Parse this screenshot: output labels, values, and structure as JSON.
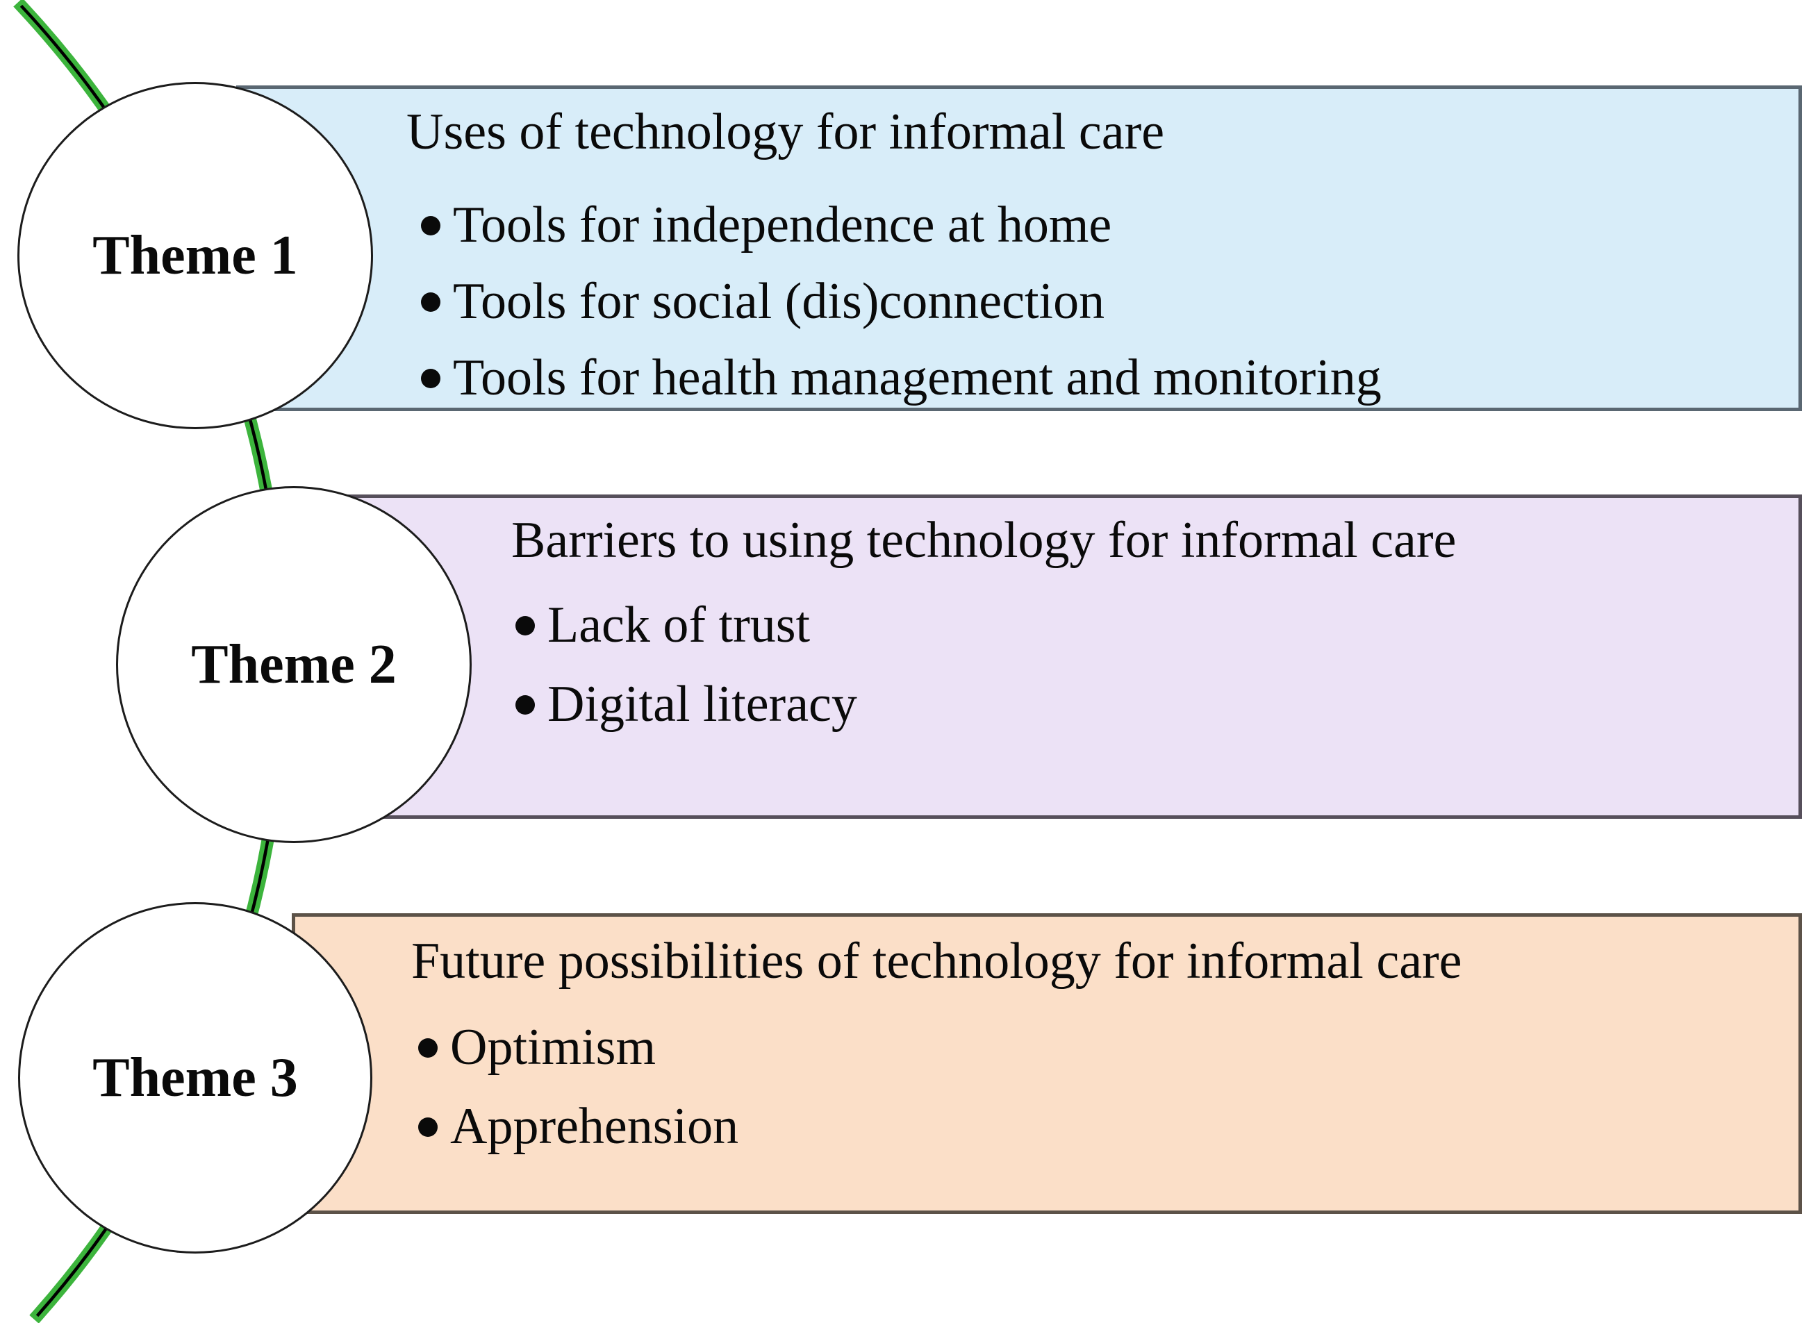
{
  "colors": {
    "background": "#ffffff",
    "connector_green": "#3cb43c",
    "connector_core": "#000000",
    "circle_fill": "#ffffff",
    "circle_stroke": "#1c1c1c",
    "text": "#0a0a0a",
    "box1_fill": "#d8edf9",
    "box1_border": "#5a6772",
    "box2_fill": "#ece2f6",
    "box2_border": "#564f5b",
    "box3_fill": "#fbdfc8",
    "box3_border": "#5c5248"
  },
  "themes": [
    {
      "label": "Theme 1",
      "box": {
        "title": "Uses of technology for informal care",
        "bullets": [
          "Tools for independence at home",
          "Tools for social (dis)connection",
          "Tools for health management and monitoring"
        ]
      }
    },
    {
      "label": "Theme 2",
      "box": {
        "title": "Barriers to using technology for informal care",
        "bullets": [
          "Lack of trust",
          "Digital literacy"
        ]
      }
    },
    {
      "label": "Theme 3",
      "box": {
        "title": "Future possibilities of technology for informal care",
        "bullets": [
          "Optimism",
          "Apprehension"
        ]
      }
    }
  ]
}
